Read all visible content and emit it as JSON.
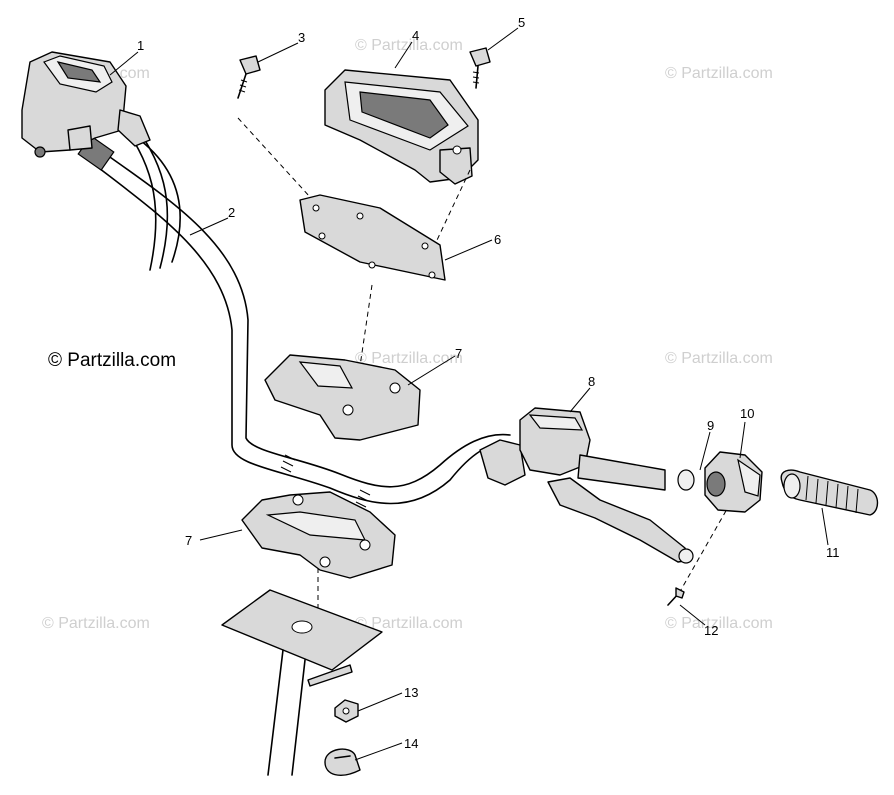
{
  "diagram": {
    "copyright": "© Partzilla.com",
    "watermark": "© Partzilla.com",
    "callouts": [
      "1",
      "2",
      "3",
      "4",
      "5",
      "6",
      "7",
      "7",
      "8",
      "9",
      "10",
      "11",
      "12",
      "13",
      "14"
    ]
  }
}
